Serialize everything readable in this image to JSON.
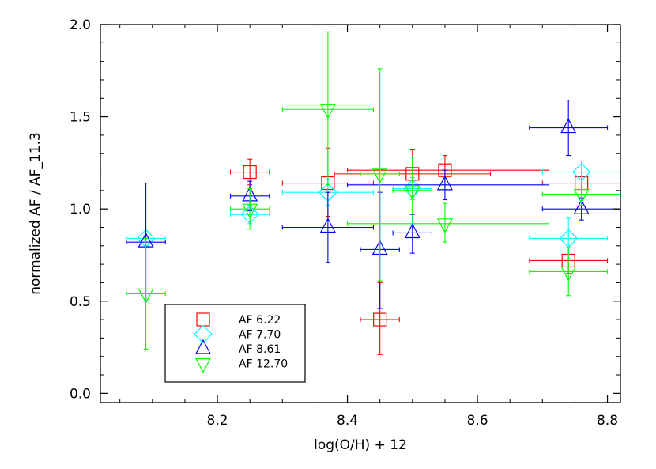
{
  "chart_data": {
    "type": "scatter",
    "xlabel": "log(O/H) + 12",
    "ylabel": "normalized AF / AF_11.3",
    "xlim": [
      8.02,
      8.82
    ],
    "ylim": [
      -0.05,
      2.0
    ],
    "x_ticks": [
      8.2,
      8.4,
      8.6,
      8.8
    ],
    "y_ticks": [
      0.0,
      0.5,
      1.0,
      1.5,
      2.0
    ],
    "x_tick_labels": [
      "8.2",
      "8.4",
      "8.6",
      "8.8"
    ],
    "y_tick_labels": [
      "0.0",
      "0.5",
      "1.0",
      "1.5",
      "2.0"
    ],
    "grid": false,
    "legend_position": "bottom-left",
    "series": [
      {
        "name": "AF 6.22",
        "marker": "square",
        "color": "#ff0000",
        "points": [
          {
            "x": 8.25,
            "y": 1.2,
            "xlo": 8.22,
            "xhi": 8.28,
            "ylo": 1.13,
            "yhi": 1.27
          },
          {
            "x": 8.37,
            "y": 1.14,
            "xlo": 8.3,
            "xhi": 8.44,
            "ylo": 0.96,
            "yhi": 1.33
          },
          {
            "x": 8.45,
            "y": 0.4,
            "xlo": 8.42,
            "xhi": 8.48,
            "ylo": 0.21,
            "yhi": 0.6
          },
          {
            "x": 8.5,
            "y": 1.19,
            "xlo": 8.38,
            "xhi": 8.62,
            "ylo": 1.05,
            "yhi": 1.32
          },
          {
            "x": 8.55,
            "y": 1.21,
            "xlo": 8.4,
            "xhi": 8.71,
            "ylo": 1.13,
            "yhi": 1.29
          },
          {
            "x": 8.74,
            "y": 0.72,
            "xlo": 8.68,
            "xhi": 8.8,
            "ylo": 0.65,
            "yhi": 0.79
          },
          {
            "x": 8.76,
            "y": 1.14,
            "xlo": 8.7,
            "xhi": 8.82,
            "ylo": 1.08,
            "yhi": 1.2
          }
        ]
      },
      {
        "name": "AF 7.70",
        "marker": "diamond",
        "color": "#00ffff",
        "points": [
          {
            "x": 8.09,
            "y": 0.84,
            "xlo": 8.06,
            "xhi": 8.12,
            "ylo": 0.8,
            "yhi": 0.88
          },
          {
            "x": 8.25,
            "y": 0.97,
            "xlo": 8.22,
            "xhi": 8.28,
            "ylo": 0.92,
            "yhi": 1.02
          },
          {
            "x": 8.37,
            "y": 1.09,
            "xlo": 8.3,
            "xhi": 8.44,
            "ylo": 1.02,
            "yhi": 1.16
          },
          {
            "x": 8.5,
            "y": 1.11,
            "xlo": 8.47,
            "xhi": 8.53,
            "ylo": 1.05,
            "yhi": 1.17
          },
          {
            "x": 8.74,
            "y": 0.84,
            "xlo": 8.68,
            "xhi": 8.8,
            "ylo": 0.73,
            "yhi": 0.95
          },
          {
            "x": 8.76,
            "y": 1.2,
            "xlo": 8.7,
            "xhi": 8.82,
            "ylo": 1.14,
            "yhi": 1.26
          }
        ]
      },
      {
        "name": "AF 8.61",
        "marker": "triangle-up",
        "color": "#0000ff",
        "points": [
          {
            "x": 8.09,
            "y": 0.82,
            "xlo": 8.06,
            "xhi": 8.12,
            "ylo": 0.5,
            "yhi": 1.14
          },
          {
            "x": 8.25,
            "y": 1.07,
            "xlo": 8.22,
            "xhi": 8.28,
            "ylo": 0.99,
            "yhi": 1.15
          },
          {
            "x": 8.37,
            "y": 0.9,
            "xlo": 8.3,
            "xhi": 8.44,
            "ylo": 0.71,
            "yhi": 1.09
          },
          {
            "x": 8.45,
            "y": 0.78,
            "xlo": 8.42,
            "xhi": 8.48,
            "ylo": 0.46,
            "yhi": 1.09
          },
          {
            "x": 8.5,
            "y": 0.87,
            "xlo": 8.47,
            "xhi": 8.53,
            "ylo": 0.76,
            "yhi": 0.97
          },
          {
            "x": 8.55,
            "y": 1.13,
            "xlo": 8.4,
            "xhi": 8.71,
            "ylo": 1.05,
            "yhi": 1.21
          },
          {
            "x": 8.74,
            "y": 1.44,
            "xlo": 8.68,
            "xhi": 8.8,
            "ylo": 1.29,
            "yhi": 1.59
          },
          {
            "x": 8.76,
            "y": 1.0,
            "xlo": 8.7,
            "xhi": 8.82,
            "ylo": 0.94,
            "yhi": 1.06
          }
        ]
      },
      {
        "name": "AF 12.70",
        "marker": "triangle-down",
        "color": "#00ff00",
        "points": [
          {
            "x": 8.09,
            "y": 0.54,
            "xlo": 8.06,
            "xhi": 8.12,
            "ylo": 0.24,
            "yhi": 0.84
          },
          {
            "x": 8.25,
            "y": 1.0,
            "xlo": 8.22,
            "xhi": 8.28,
            "ylo": 0.89,
            "yhi": 1.11
          },
          {
            "x": 8.37,
            "y": 1.54,
            "xlo": 8.3,
            "xhi": 8.44,
            "ylo": 1.13,
            "yhi": 1.96
          },
          {
            "x": 8.45,
            "y": 1.19,
            "xlo": 8.42,
            "xhi": 8.48,
            "ylo": 0.61,
            "yhi": 1.76
          },
          {
            "x": 8.5,
            "y": 1.1,
            "xlo": 8.47,
            "xhi": 8.53,
            "ylo": 0.92,
            "yhi": 1.28
          },
          {
            "x": 8.55,
            "y": 0.92,
            "xlo": 8.4,
            "xhi": 8.71,
            "ylo": 0.82,
            "yhi": 1.03
          },
          {
            "x": 8.74,
            "y": 0.66,
            "xlo": 8.68,
            "xhi": 8.8,
            "ylo": 0.53,
            "yhi": 0.79
          },
          {
            "x": 8.76,
            "y": 1.08,
            "xlo": 8.7,
            "xhi": 8.82,
            "ylo": 1.02,
            "yhi": 1.14
          }
        ]
      }
    ]
  }
}
